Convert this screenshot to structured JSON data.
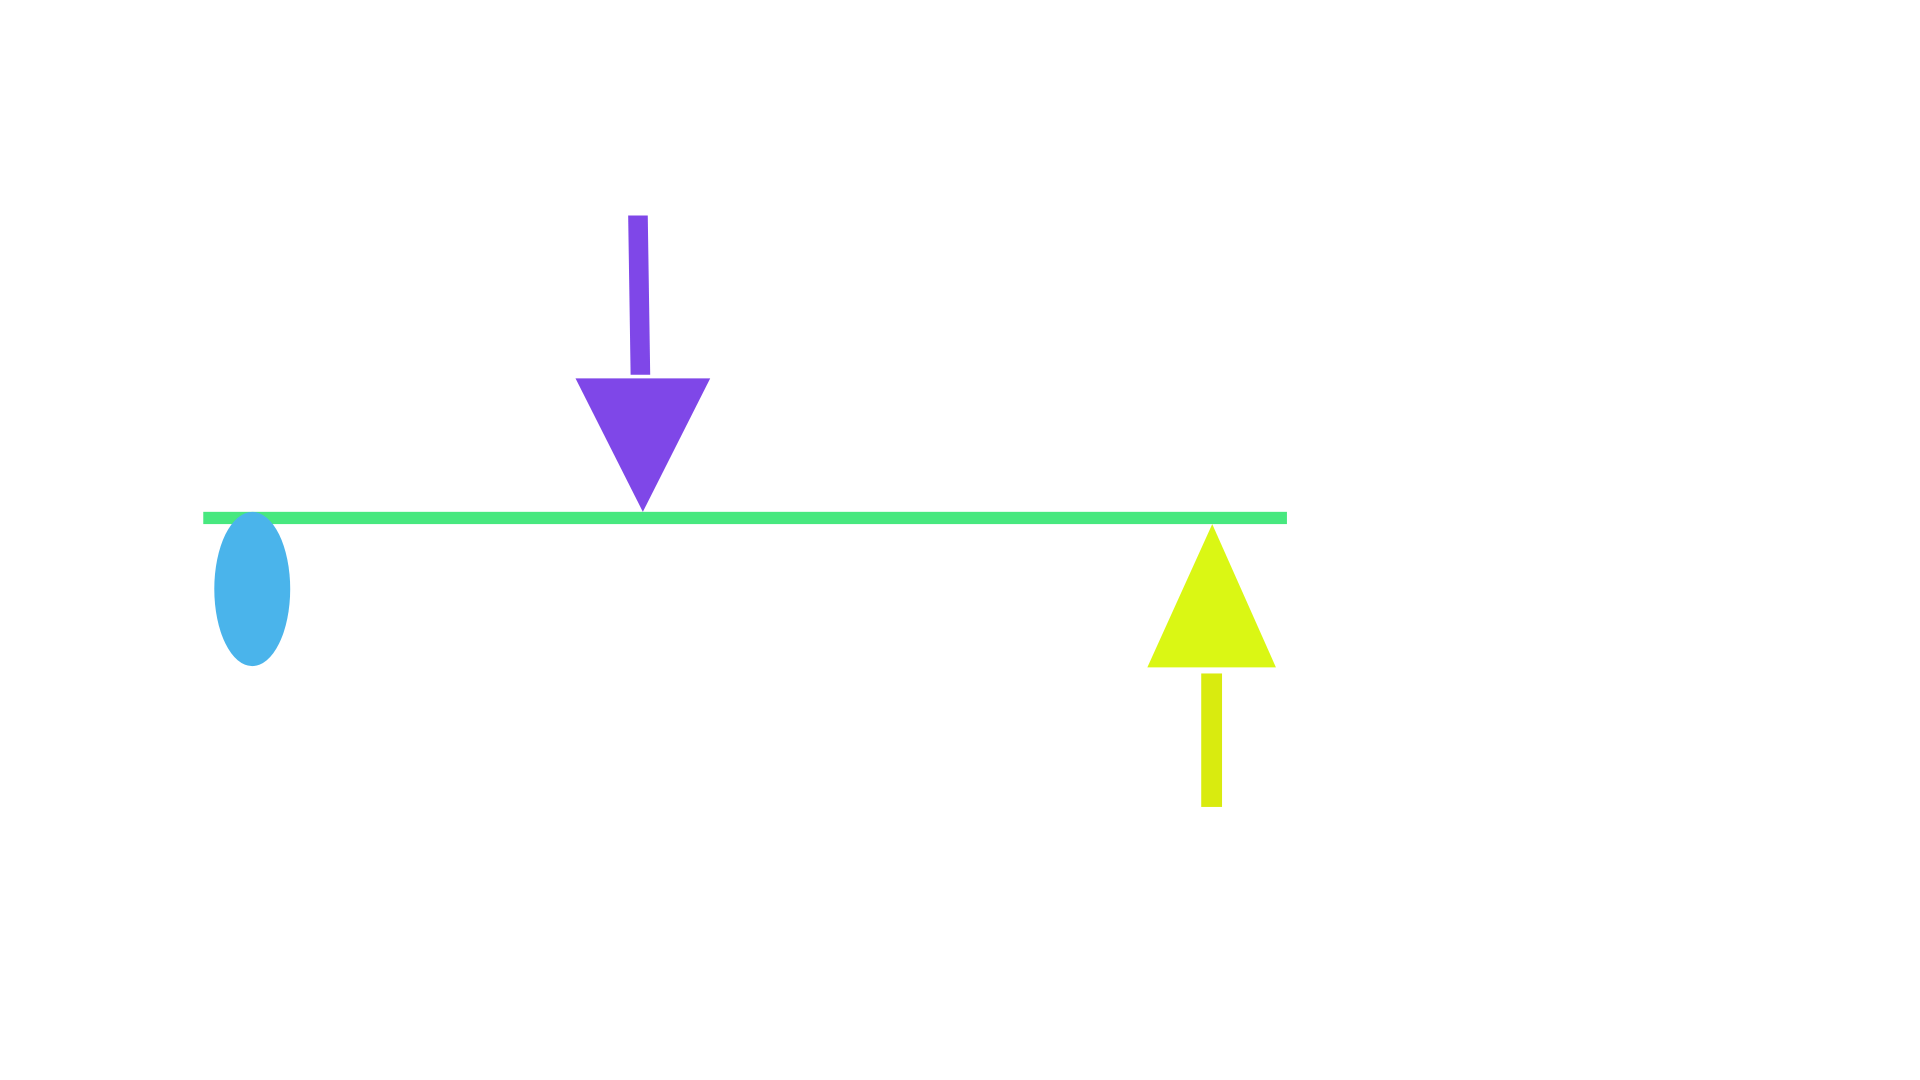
{
  "diagram": {
    "beam": {
      "color": "#47E87F"
    },
    "support": {
      "shape": "ellipse",
      "color": "#4AB4EB"
    },
    "load_arrow": {
      "direction": "down",
      "color": "#7F47E8"
    },
    "reaction_arrow": {
      "direction": "up",
      "color": "#DAF714",
      "shaft_color": "#D9EB0F"
    }
  }
}
